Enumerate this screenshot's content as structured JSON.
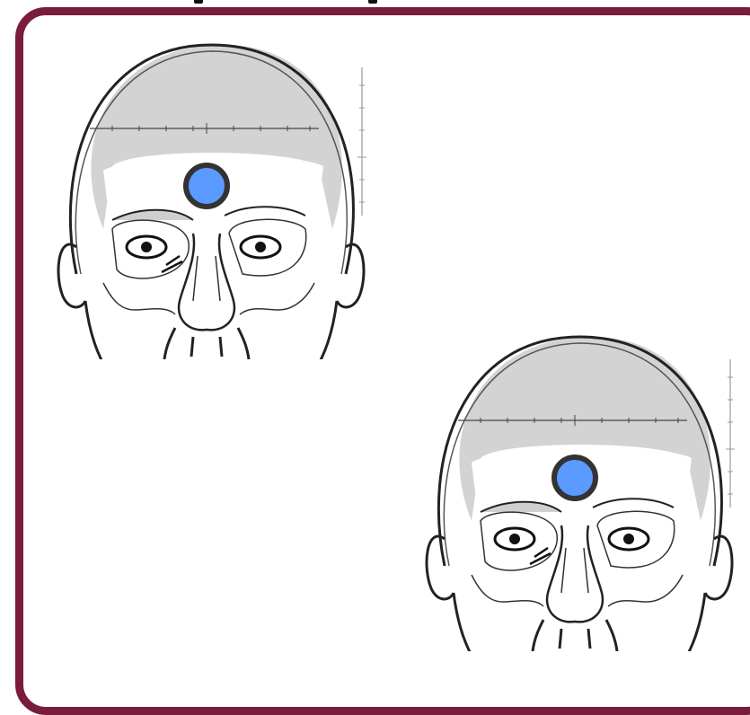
{
  "colors": {
    "border": "#7a1c3c",
    "marker_fill": "#5b9bff",
    "marker_stroke": "#333333",
    "hair_shade": "#d3d3d3",
    "line": "#222222",
    "scale": "#999999"
  },
  "figures": [
    {
      "name": "face-illustration-1",
      "marker": "forehead-point-marker"
    },
    {
      "name": "face-illustration-2",
      "marker": "forehead-point-marker"
    }
  ]
}
